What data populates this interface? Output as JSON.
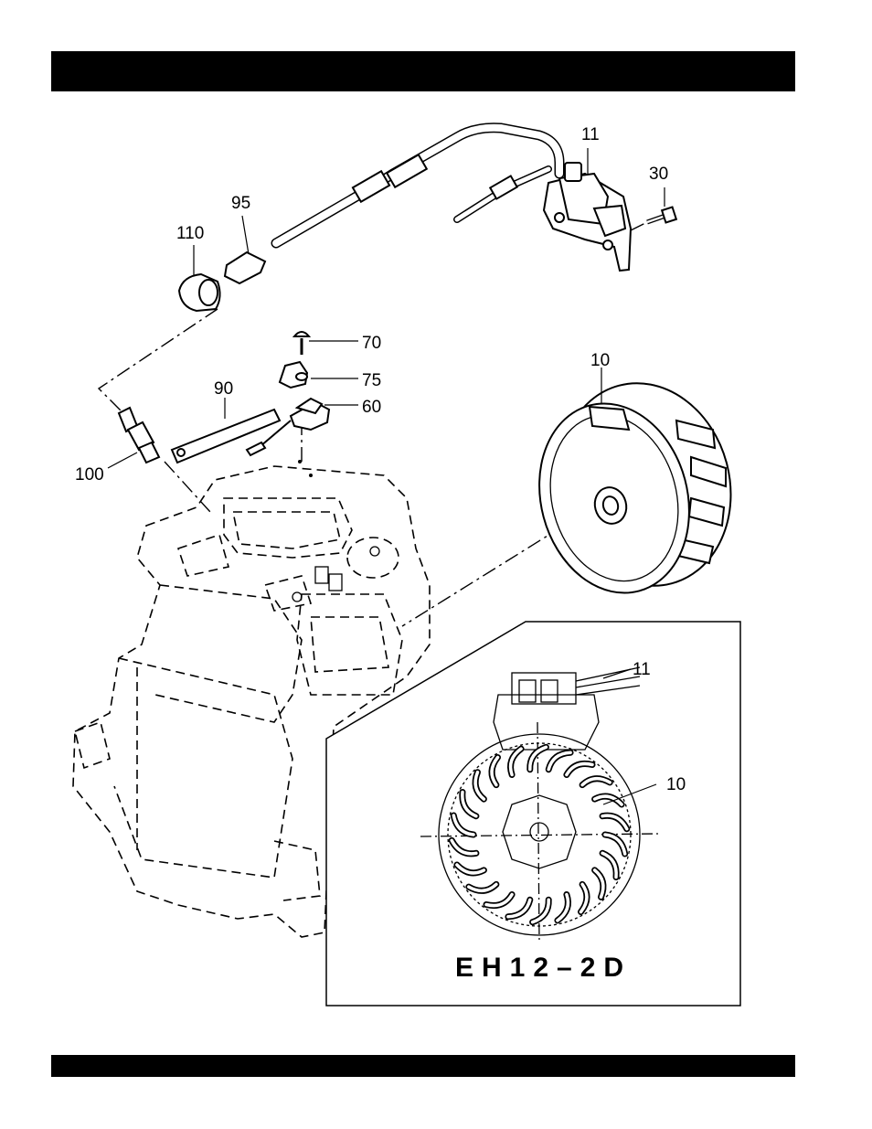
{
  "header": {
    "text": ""
  },
  "footer": {
    "text": ""
  },
  "callouts": {
    "ignition_coil": "11",
    "coil_bolt": "30",
    "plug_cap_clip": "95",
    "plug_cap": "110",
    "screw": "70",
    "clamp": "75",
    "stop_switch": "60",
    "plate": "90",
    "flywheel": "10",
    "spark_plug": "100",
    "inset_coil": "11",
    "inset_flywheel": "10"
  },
  "inset": {
    "model_label": "EH12–2D"
  }
}
